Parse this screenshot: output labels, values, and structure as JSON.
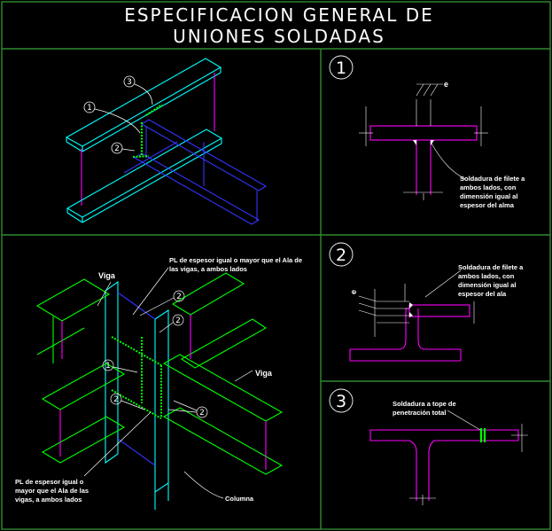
{
  "title": {
    "line1": "ESPECIFICACION  GENERAL  DE",
    "line2": "UNIONES  SOLDADAS"
  },
  "markers": {
    "one": "1",
    "two": "2",
    "three": "3"
  },
  "detail1": {
    "dim": "e",
    "note_lines": [
      "Soldadura de filete a",
      "ambos lados,  con",
      "dimensión igual al",
      "espesor del alma"
    ]
  },
  "detail2": {
    "dim": "e",
    "note_lines": [
      "Soldadura de filete a",
      "ambos lados,  con",
      "dimensión igual al",
      "espesor del ala"
    ]
  },
  "detail3": {
    "note_lines": [
      "Soldadura a tope de",
      "penetración total"
    ]
  },
  "view_bottom": {
    "plate_top_lines": [
      "PL  de espesor igual o mayor que el Ala de",
      "las vigas,  a ambos lados"
    ],
    "plate_bottom_lines": [
      "PL  de espesor igual o",
      "mayor que el Ala de las",
      "vigas,  a ambos lados"
    ],
    "viga_left": "Viga",
    "viga_right": "Viga",
    "columna": "Columna"
  },
  "colors": {
    "frame": "#2e8b2e",
    "flange": "#00ffff",
    "web": "#ff00ff",
    "beam": "#00ff00",
    "hidden": "#3333ff",
    "weld": "#00ff00",
    "annotation": "#ffffff"
  }
}
